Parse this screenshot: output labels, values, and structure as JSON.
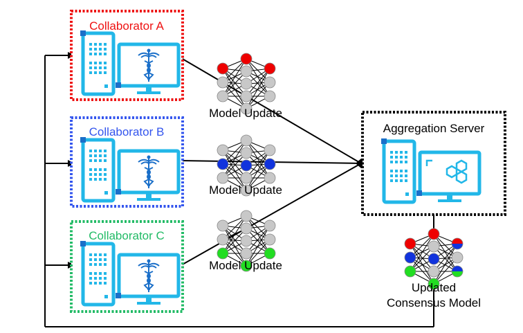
{
  "colors": {
    "collab_a": "#ee1111",
    "collab_b": "#3355ee",
    "collab_c": "#22bb66",
    "device": "#22b7e8",
    "server_border": "#000000",
    "node_gray": "#c8c8c8",
    "node_red": "#ee0000",
    "node_blue": "#1133dd",
    "node_green": "#22dd22",
    "line": "#000000"
  },
  "icons": {
    "collaborator_device": "tower-and-monitor-with-caduceus",
    "server_device": "tower-and-monitor-with-hexagons",
    "network": "neural-network-icon"
  },
  "collaborators": [
    {
      "label": "Collaborator A"
    },
    {
      "label": "Collaborator B"
    },
    {
      "label": "Collaborator C"
    }
  ],
  "updates": [
    {
      "label": "Model Update"
    },
    {
      "label": "Model Update"
    },
    {
      "label": "Model Update"
    }
  ],
  "server": {
    "label": "Aggregation Server"
  },
  "consensus": {
    "line1": "Updated",
    "line2": "Consensus Model"
  }
}
